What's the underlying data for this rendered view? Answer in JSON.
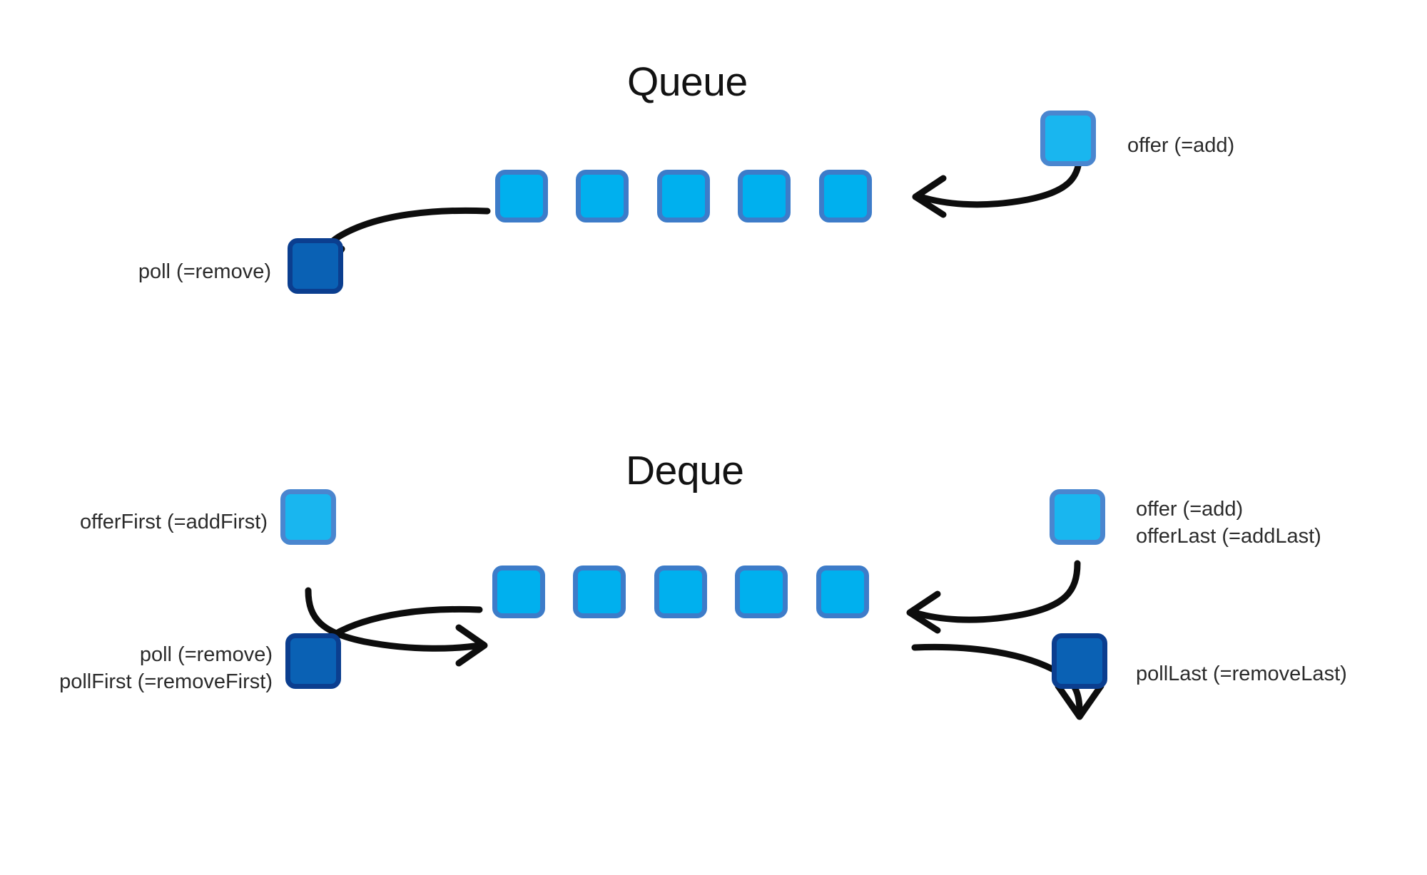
{
  "diagram": {
    "title_queue": "Queue",
    "title_deque": "Deque",
    "background_color": "#ffffff",
    "colors": {
      "cell_fill": "#00b0ee",
      "cell_border": "#3d7cc9",
      "source_fill": "#19b6ef",
      "source_border": "#4a86cf",
      "sink_fill": "#0a61b4",
      "sink_border": "#0b3e8f",
      "arrow": "#0d0d0d",
      "text": "#2b2b2b"
    }
  },
  "queue": {
    "title": "Queue",
    "cell_count": 5,
    "cells": [
      "",
      "",
      "",
      "",
      ""
    ],
    "enqueue": {
      "labels": [
        "offer (=add)"
      ],
      "label_line_1": "offer (=add)"
    },
    "dequeue": {
      "labels": [
        "poll (=remove)"
      ],
      "label_line_1": "poll (=remove)"
    }
  },
  "deque": {
    "title": "Deque",
    "cell_count": 5,
    "cells": [
      "",
      "",
      "",
      "",
      ""
    ],
    "front_add": {
      "label_line_1": "offerFirst (=addFirst)"
    },
    "front_remove": {
      "label_line_1": "poll (=remove)",
      "label_line_2": "pollFirst (=removeFirst)"
    },
    "back_add": {
      "label_line_1": "offer (=add)",
      "label_line_2": "offerLast (=addLast)"
    },
    "back_remove": {
      "label_line_1": "pollLast (=removeLast)"
    }
  }
}
